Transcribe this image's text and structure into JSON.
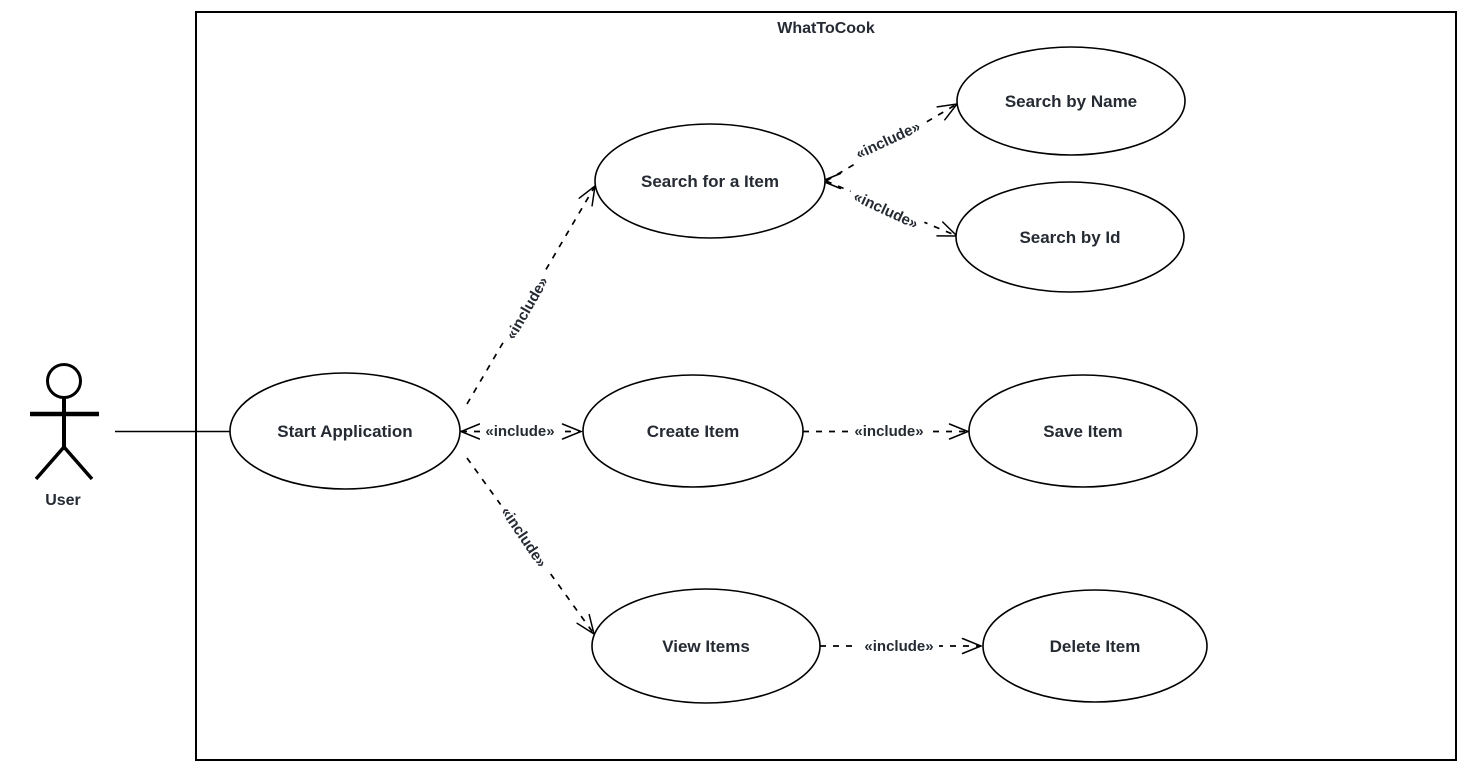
{
  "diagram": {
    "title": "WhatToCook",
    "actor": {
      "label": "User"
    },
    "use_cases": [
      {
        "id": "start-application",
        "label": "Start Application"
      },
      {
        "id": "search-for-a-item",
        "label": "Search for a Item"
      },
      {
        "id": "search-by-name",
        "label": "Search by Name"
      },
      {
        "id": "search-by-id",
        "label": "Search by Id"
      },
      {
        "id": "create-item",
        "label": "Create Item"
      },
      {
        "id": "save-item",
        "label": "Save Item"
      },
      {
        "id": "view-items",
        "label": "View Items"
      },
      {
        "id": "delete-item",
        "label": "Delete Item"
      }
    ],
    "relationships": [
      {
        "from": "User",
        "to": "Start Application",
        "type": "association",
        "label": ""
      },
      {
        "from": "Start Application",
        "to": "Search for a Item",
        "type": "include",
        "label": "«include»"
      },
      {
        "from": "Start Application",
        "to": "Create Item",
        "type": "include",
        "label": "«include»"
      },
      {
        "from": "Start Application",
        "to": "View Items",
        "type": "include",
        "label": "«include»"
      },
      {
        "from": "Search for a Item",
        "to": "Search by Name",
        "type": "include",
        "label": "«include»"
      },
      {
        "from": "Search for a Item",
        "to": "Search by Id",
        "type": "include",
        "label": "«include»"
      },
      {
        "from": "Create Item",
        "to": "Save Item",
        "type": "include",
        "label": "«include»"
      },
      {
        "from": "View Items",
        "to": "Delete Item",
        "type": "include",
        "label": "«include»"
      }
    ],
    "colors": {
      "stroke": "#000000",
      "text": "#252a33",
      "background": "#ffffff"
    }
  }
}
